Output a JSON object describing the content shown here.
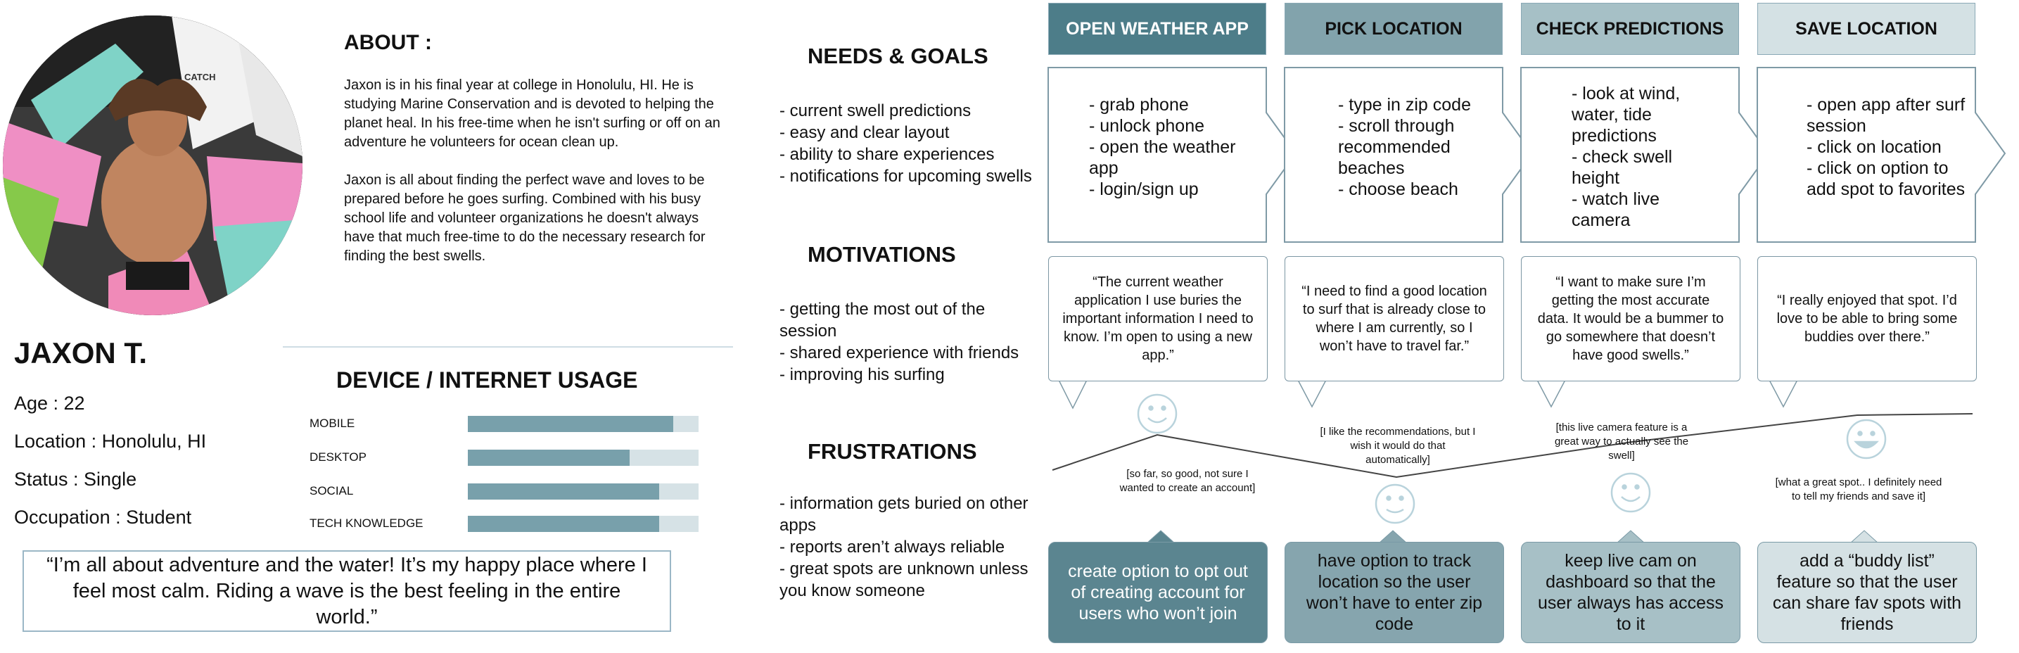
{
  "persona": {
    "about_title": "ABOUT :",
    "about_p1": "Jaxon is in his final year at college in Honolulu, HI. He is studying Marine Conservation and is devoted to helping the planet heal. In his free-time when he isn't surfing or off on an adventure he volunteers for ocean clean up.",
    "about_p2": "Jaxon is all about finding the perfect wave and loves to be prepared before he goes surfing. Combined with his busy school life and volunteer organizations he doesn't always have that much free-time to do the necessary research for finding the best swells.",
    "name": "JAXON T.",
    "age": "Age : 22",
    "location": "Location : Honolulu, HI",
    "status": "Status : Single",
    "occupation": "Occupation : Student",
    "quote": "“I’m all about adventure and the water! It’s my happy place where I feel most calm. Riding a wave is the best feeling in the entire world.”",
    "photo_logo": "CATCH"
  },
  "device_usage": {
    "title": "DEVICE / INTERNET USAGE",
    "items": [
      {
        "label": "MOBILE",
        "value": 0.89
      },
      {
        "label": "DESKTOP",
        "value": 0.7
      },
      {
        "label": "SOCIAL",
        "value": 0.83
      },
      {
        "label": "TECH KNOWLEDGE",
        "value": 0.83
      }
    ]
  },
  "needs": {
    "title": "NEEDS & GOALS",
    "items": [
      "- current swell predictions",
      "- easy and clear layout",
      "- ability to share experiences",
      "- notifications for upcoming swells"
    ]
  },
  "motivations": {
    "title": "MOTIVATIONS",
    "items": [
      "- getting the most out of the session",
      "- shared experience with friends",
      "- improving his surfing"
    ]
  },
  "frustrations": {
    "title": "FRUSTRATIONS",
    "items": [
      "- information gets buried on other apps",
      "- reports aren’t always reliable",
      "- great spots are unknown unless you know someone"
    ]
  },
  "journey": {
    "stages": [
      {
        "title": "OPEN WEATHER APP",
        "actions": [
          "- grab phone",
          "- unlock phone",
          "- open the weather app",
          "- login/sign up"
        ],
        "quote": "“The current weather application I use buries the important information I need to know. I’m open to using a new app.”",
        "emotion_note": "[so far, so good, not sure I wanted to create an account]",
        "emotion": "happy",
        "opportunity": "create option to opt out of creating account for users who won’t join"
      },
      {
        "title": "PICK LOCATION",
        "actions": [
          "- type in zip code",
          "- scroll through recommended beaches",
          "- choose beach"
        ],
        "quote": "“I need to find a good location to surf that is already close to where I am currently, so I won’t have to travel far.”",
        "emotion_note": "[I like the recommendations, but I wish it would do that automatically]",
        "emotion": "neutral",
        "opportunity": "have option to track location so the user won’t have to enter zip code"
      },
      {
        "title": "CHECK PREDICTIONS",
        "actions": [
          "- look at wind, water, tide predictions",
          "- check swell height",
          "- watch live camera"
        ],
        "quote": "“I want to make sure I’m getting the most accurate data. It would be a bummer to go somewhere that doesn’t have good swells.”",
        "emotion_note": "[this live camera feature is a great way to actually see the swell]",
        "emotion": "happy",
        "opportunity": "keep live cam on dashboard so that the user always has access to it"
      },
      {
        "title": "SAVE LOCATION",
        "actions": [
          "- open app after surf session",
          "- click on location",
          "- click on option to add spot to favorites"
        ],
        "quote": "“I really enjoyed that spot. I’d love to be able to bring some buddies over there.”",
        "emotion_note": "[what a great spot.. I definitely need to tell my friends and save it]",
        "emotion": "very-happy",
        "opportunity": "add a “buddy list” feature so that the user can share fav spots with friends"
      }
    ]
  }
}
